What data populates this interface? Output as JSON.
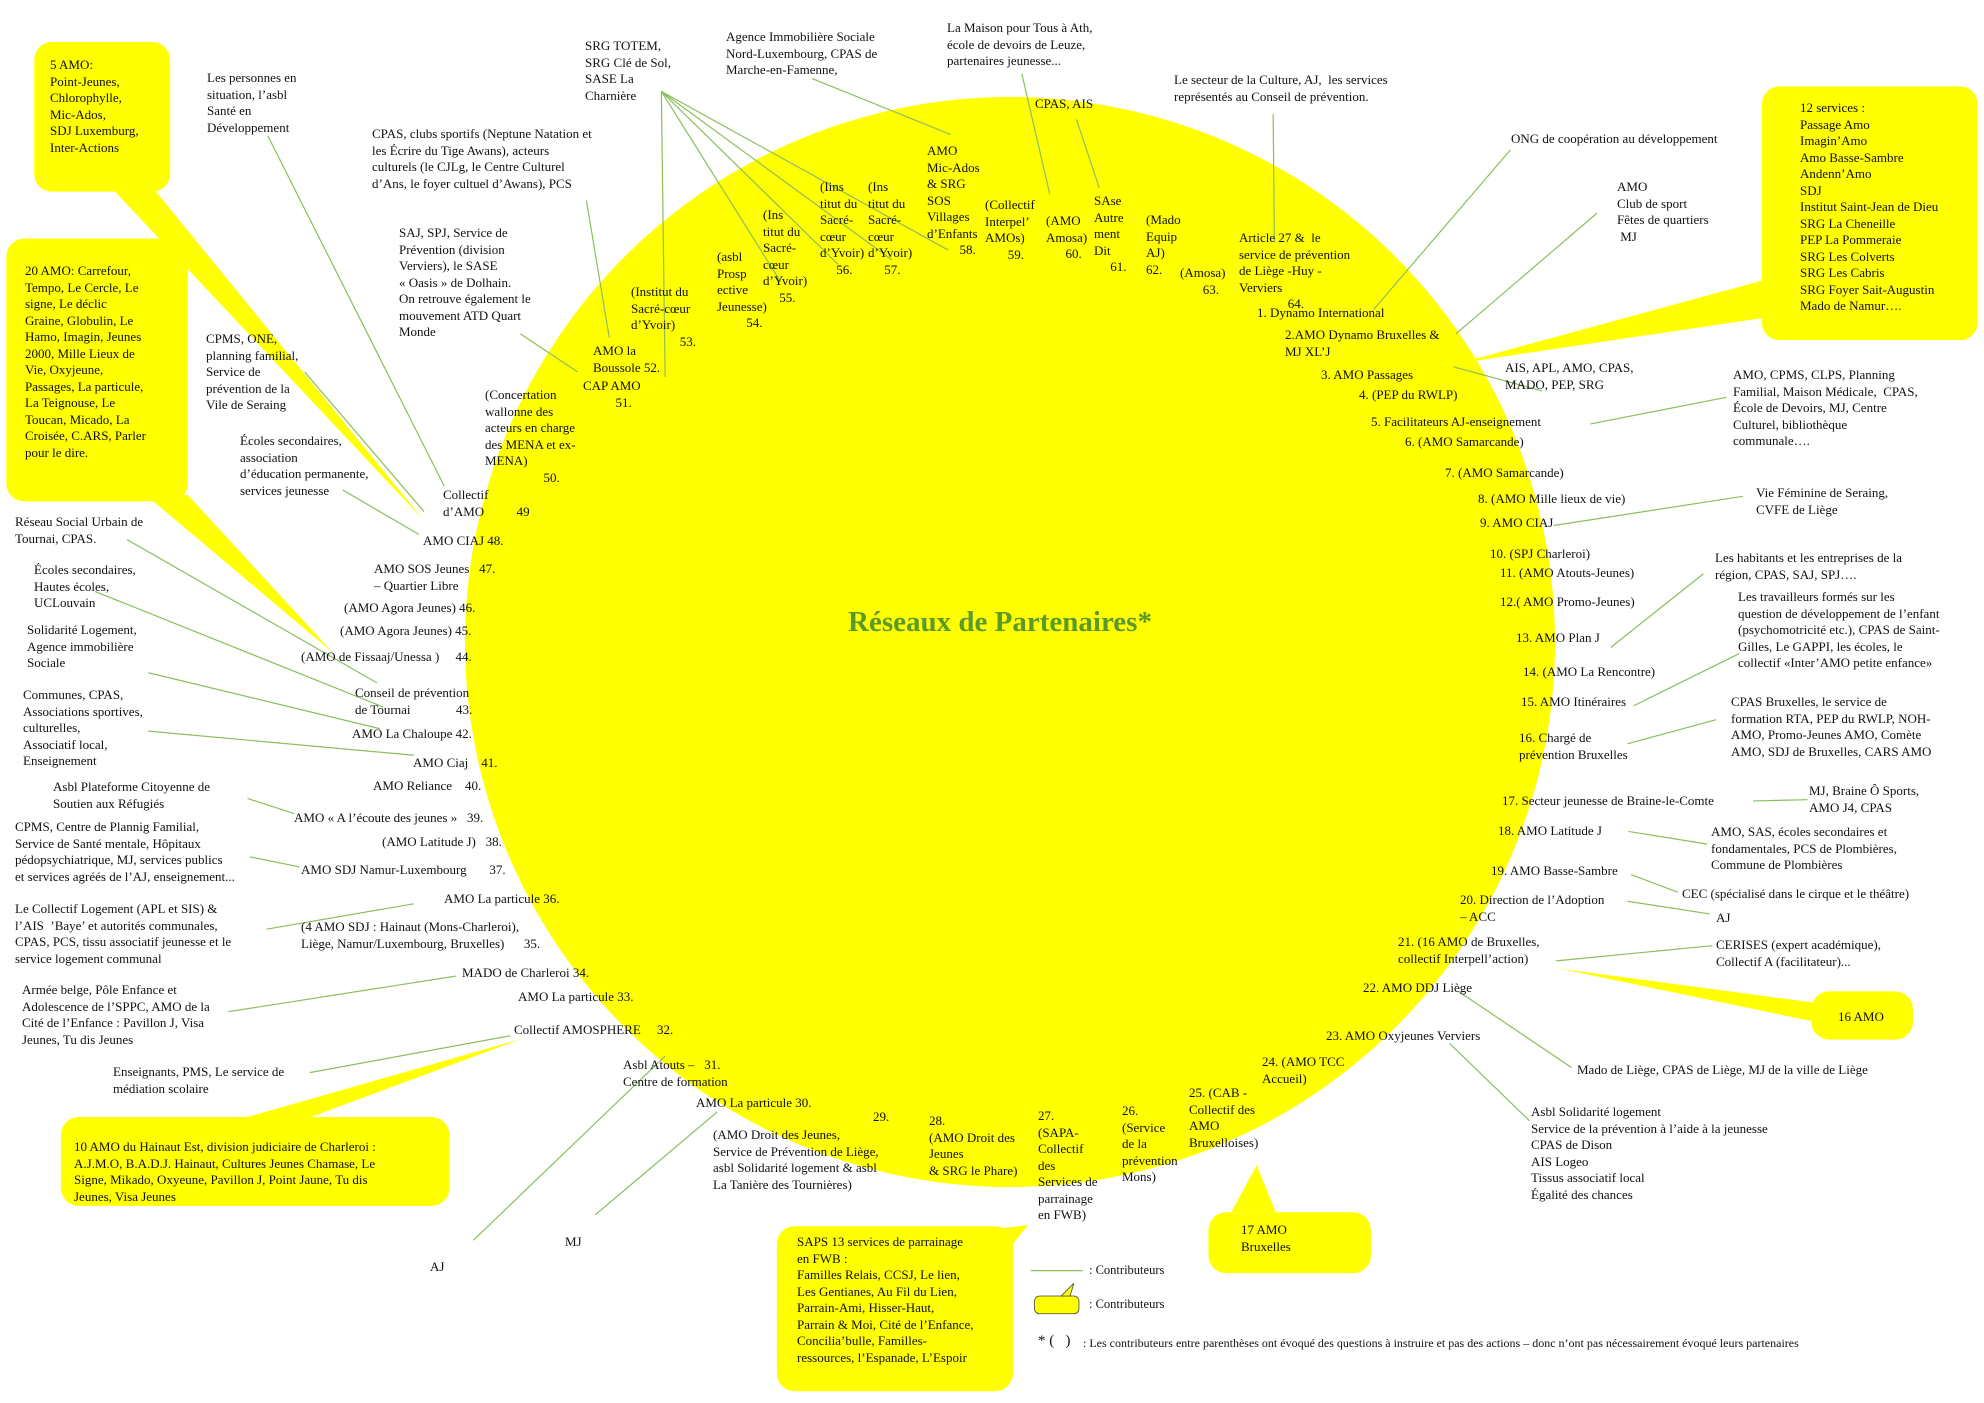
{
  "title": "Réseaux de Partenaires*",
  "colors": {
    "circle": "#ffff00",
    "title": "#5b9a28",
    "connector": "#8bbf5a",
    "bubble": "#ffff00"
  },
  "ring": [
    "1. Dynamo International",
    "2.AMO Dynamo Bruxelles &\nMJ XL’J",
    "3. AMO Passages",
    "4. (PEP du RWLP)",
    "5. Facilitateurs AJ-enseignement",
    "6. (AMO Samarcande)",
    "7. (AMO Samarcande)",
    "8. (AMO Mille lieux de vie)",
    "9. AMO CIAJ",
    "10. (SPJ Charleroi)",
    "11. (AMO Atouts-Jeunes)",
    "12.( AMO Promo-Jeunes)",
    "13. AMO Plan J",
    "14. (AMO La Rencontre)",
    "15. AMO Itinéraires",
    "16. Chargé de\nprévention Bruxelles",
    "17. Secteur jeunesse de Braine-le-Comte",
    "18. AMO Latitude J",
    "19. AMO Basse-Sambre",
    "20. Direction de l’Adoption\n– ACC",
    "21. (16 AMO de Bruxelles,\ncollectif Interpell’action)",
    "22. AMO DDJ Liège",
    "23. AMO Oxyjeunes Verviers",
    "24. (AMO TCC\nAccueil)",
    "25. (CAB -\nCollectif des\nAMO\nBruxelloises)",
    "26.\n(Service\nde la\nprévention\nMons)",
    "27.\n(SAPA-\nCollectif\ndes\nServices de\nparrainage\nen FWB)",
    "28.\n(AMO Droit des\nJeunes\n& SRG le Phare)",
    "29.",
    "(AMO Droit des Jeunes,\nService de Prévention de Liège,\nasbl Solidarité logement & asbl\nLa Tanière des Tournières)",
    "AMO La particule 30.",
    "Asbl Atouts –   31.\nCentre de formation",
    "Collectif AMOSPHERE     32.",
    "AMO La particule 33.",
    "MADO de Charleroi 34.",
    "(4 AMO SDJ : Hainaut (Mons-Charleroi),\nLiège, Namur/Luxembourg, Bruxelles)      35.",
    "AMO La particule 36.",
    "AMO SDJ Namur-Luxembourg       37.",
    "(AMO Latitude J)   38.",
    "AMO « A l’écoute des jeunes »   39.",
    "AMO Reliance    40.",
    "AMO Ciaj    41.",
    "AMO La Chaloupe 42.",
    "Conseil de prévention\nde Tournai              43.",
    "(AMO de Fissaaj/Unessa )     44.",
    "(AMO Agora Jeunes) 45.",
    "(AMO Agora Jeunes) 46.",
    "AMO SOS Jeunes   47.\n– Quartier Libre",
    "AMO CIAJ 48.",
    "Collectif\nd’AMO          49",
    "(Concertation\nwallonne des\nacteurs en charge\ndes MENA et ex-\nMENA)\n                  50.",
    "CAP AMO\n          51.",
    "AMO la\nBoussole 52.",
    "(Institut du\nSacré-cœur\nd’Yvoir)\n               53.",
    "(asbl\nProsp\nective\nJeunesse)\n         54.",
    "(Ins\ntitut du\nSacré-\ncœur\nd’Yvoir)\n     55.",
    "(Iins\ntitut du\nSacré-\ncœur\nd’Yvoir)\n     56.",
    "(Ins\ntitut du\nSacré-\ncœur\nd’Yvoir)\n     57.",
    "AMO\nMic-Ados\n& SRG\nSOS\nVillages\nd’Enfants\n          58.",
    "(Collectif\nInterpel’\nAMOs)\n       59.",
    "(AMO\nAmosa)\n      60.",
    "SAse\nAutre\nment\nDit\n     61.",
    "(Mado\nEquip\nAJ)\n62.",
    "(Amosa)\n       63.",
    "Article 27 &  le\nservice de prévention\nde Liège -Huy -\nVerviers\n               64."
  ],
  "partners": [
    "Les personnes en\nsituation, l’asbl\nSanté en\nDéveloppement",
    "SRG TOTEM,\nSRG Clé de Sol,\nSASE La\nCharnière",
    "Agence Immobilière Sociale\nNord-Luxembourg, CPAS de\nMarche-en-Famenne,",
    "La Maison pour Tous à Ath,\nécole de devoirs de Leuze,\npartenaires jeunesse...",
    "CPAS, AIS",
    "Le secteur de la Culture, AJ,  les services\nreprésentés au Conseil de prévention.",
    "ONG de coopération au développement",
    "AMO\nClub de sport\nFêtes de quartiers\n MJ",
    "CPAS, clubs sportifs (Neptune Natation et\nles Écrire du Tige Awans), acteurs\nculturels (le CJLg, le Centre Culturel\nd’Ans, le foyer cultuel d’Awans), PCS",
    "SAJ, SPJ, Service de\nPrévention (division\nVerviers), le SASE\n« Oasis » de Dolhain.\nOn retrouve également le\nmouvement ATD Quart\nMonde",
    "CPMS, ONE,\nplanning familial,\nService de\nprévention de la\nVile de Seraing",
    "Écoles secondaires,\nassociation\nd’éducation permanente,\nservices jeunesse",
    "Réseau Social Urbain de\nTournai, CPAS.",
    "Écoles secondaires,\nHautes écoles,\nUCLouvain",
    "Solidarité Logement,\nAgence immobilière\nSociale",
    "Communes, CPAS,\nAssociations sportives,\nculturelles,\nAssociatif local,\nEnseignement",
    "Asbl Plateforme Citoyenne de\nSoutien aux Réfugiés",
    "CPMS, Centre de Plannig Familial,\nService de Santé mentale, Hôpitaux\npédopsychiatrique, MJ, services publics\net services agréés de l’AJ, enseignement...",
    "Le Collectif Logement (APL et SIS) &\nl’AIS  ’Baye’ et autorités communales,\nCPAS, PCS, tissu associatif jeunesse et le\nservice logement communal",
    "Armée belge, Pôle Enfance et\nAdolescence de l’SPPC, AMO de la\nCité de l’Enfance : Pavillon J, Visa\nJeunes, Tu dis Jeunes",
    "Enseignants, PMS, Le service de\nmédiation scolaire",
    "AJ",
    "MJ",
    "AIS, APL, AMO, CPAS,\nMADO, PEP, SRG",
    "AMO, CPMS, CLPS, Planning\nFamilial, Maison Médicale,  CPAS,\nÉcole de Devoirs, MJ, Centre\nCulturel, bibliothèque\ncommunale….",
    "Vie Féminine de Seraing,\nCVFE de Liège",
    "Les habitants et les entreprises de la\nrégion, CPAS, SAJ, SPJ….",
    "Les travailleurs formés sur les\nquestion de développement de l’enfant\n(psychomotricité etc.), CPAS de Saint-\nGilles, Le GAPPI, les écoles, le\ncollectif «Inter’AMO petite enfance»",
    "CPAS Bruxelles, le service de\nformation RTA, PEP du RWLP, NOH-\nAMO, Promo-Jeunes AMO, Comète\nAMO, SDJ de Bruxelles, CARS AMO",
    "MJ, Braine Ô Sports,\nAMO J4, CPAS",
    "AMO, SAS, écoles secondaires et\nfondamentales, PCS de Plombières,\nCommune de Plombières",
    "CEC (spécialisé dans le cirque et le théâtre)",
    "AJ",
    "CERISES (expert académique),\nCollectif A (facilitateur)...",
    "Mado de Liège, CPAS de Liège, MJ de la ville de Liège",
    "Asbl Solidarité logement\nService de la prévention à l’aide à la jeunesse\nCPAS de Dison\nAIS Logeo\nTissus associatif local\nÉgalité des chances"
  ],
  "callouts": [
    "5 AMO:\nPoint-Jeunes,\nChlorophylle,\nMic-Ados,\nSDJ Luxemburg,\nInter-Actions",
    "20 AMO: Carrefour,\nTempo, Le Cercle, Le\nsigne, Le déclic\nGraine, Globulin, Le\nHamo, Imagin, Jeunes\n2000, Mille Lieux de\nVie, Oxyjeune,\nPassages, La particule,\nLa Teignouse, Le\nToucan, Micado, La\nCroisée, C.ARS, Parler\npour le dire.",
    "12 services :\nPassage Amo\nImagin’Amo\nAmo Basse-Sambre\nAndenn’Amo\nSDJ\nInstitut Saint-Jean de Dieu\nSRG La Cheneille\nPEP La Pommeraie\nSRG Les Colverts\nSRG Les Cabris\nSRG Foyer Sait-Augustin\nMado de Namur….",
    "16 AMO",
    "10 AMO du Hainaut Est, division judiciaire de Charleroi :\nA.J.M.O, B.A.D.J. Hainaut, Cultures Jeunes Chamase, Le\nSigne, Mikado, Oxyeune, Pavillon J, Point Jaune, Tu dis\nJeunes, Visa Jeunes",
    "SAPS 13 services de parrainage\nen FWB :\nFamilles Relais, CCSJ, Le lien,\nLes Gentianes, Au Fil du Lien,\nParrain-Ami, Hisser-Haut,\nParrain & Moi, Cité de l’Enfance,\nConcilia’bulle, Familles-\nressources, l’Espanade, L’Espoir",
    "17 AMO\nBruxelles"
  ],
  "legend": {
    "line": ": Contributeurs",
    "bubble": ": Contributeurs",
    "note_symbol": "* (   )",
    "note": ": Les contributeurs entre parenthèses ont évoqué des questions à instruire et pas des actions – donc n’ont pas nécessairement évoqué leurs partenaires"
  }
}
